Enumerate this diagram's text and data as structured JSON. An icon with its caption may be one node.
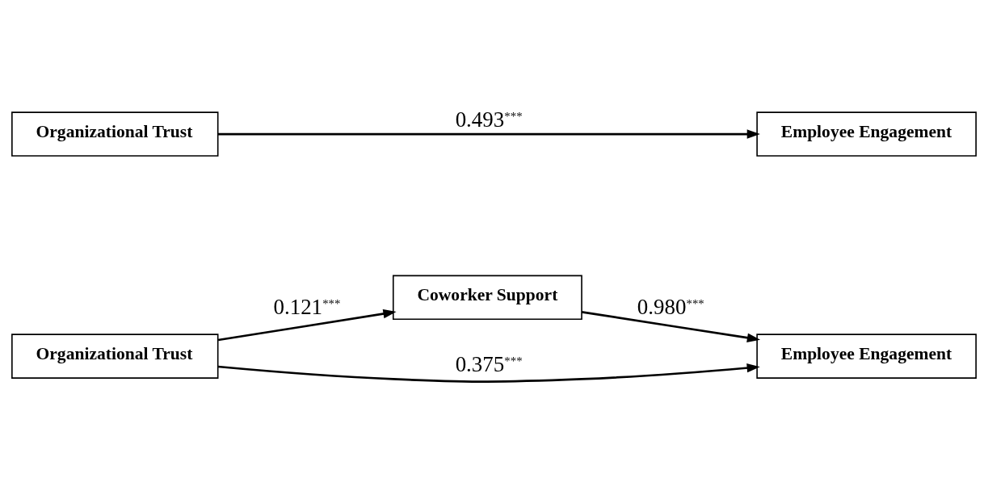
{
  "diagram": {
    "nodes": [
      {
        "text": [
          "Coworker Support"
        ]
      },
      {
        "text": [
          "Organizational Trust"
        ]
      },
      {
        "text": [
          "Employee Engagement"
        ]
      },
      {
        "text": [
          "Organizational Trust"
        ]
      },
      {
        "text": [
          "Employee Engagement"
        ]
      }
    ],
    "edges": [
      {
        "from": 1,
        "to": 0,
        "arrow": "to",
        "label": "0.121$^{***}$"
      },
      {
        "from": 0,
        "to": 2,
        "arrow": "to",
        "label": "0.980$^{***}$"
      },
      {
        "from": 1,
        "to": 2,
        "arrow": "to",
        "label": "0.375$^{***}$"
      },
      {
        "from": 3,
        "to": 4,
        "arrow": "to",
        "label": "0.493$^{***}$"
      }
    ]
  }
}
